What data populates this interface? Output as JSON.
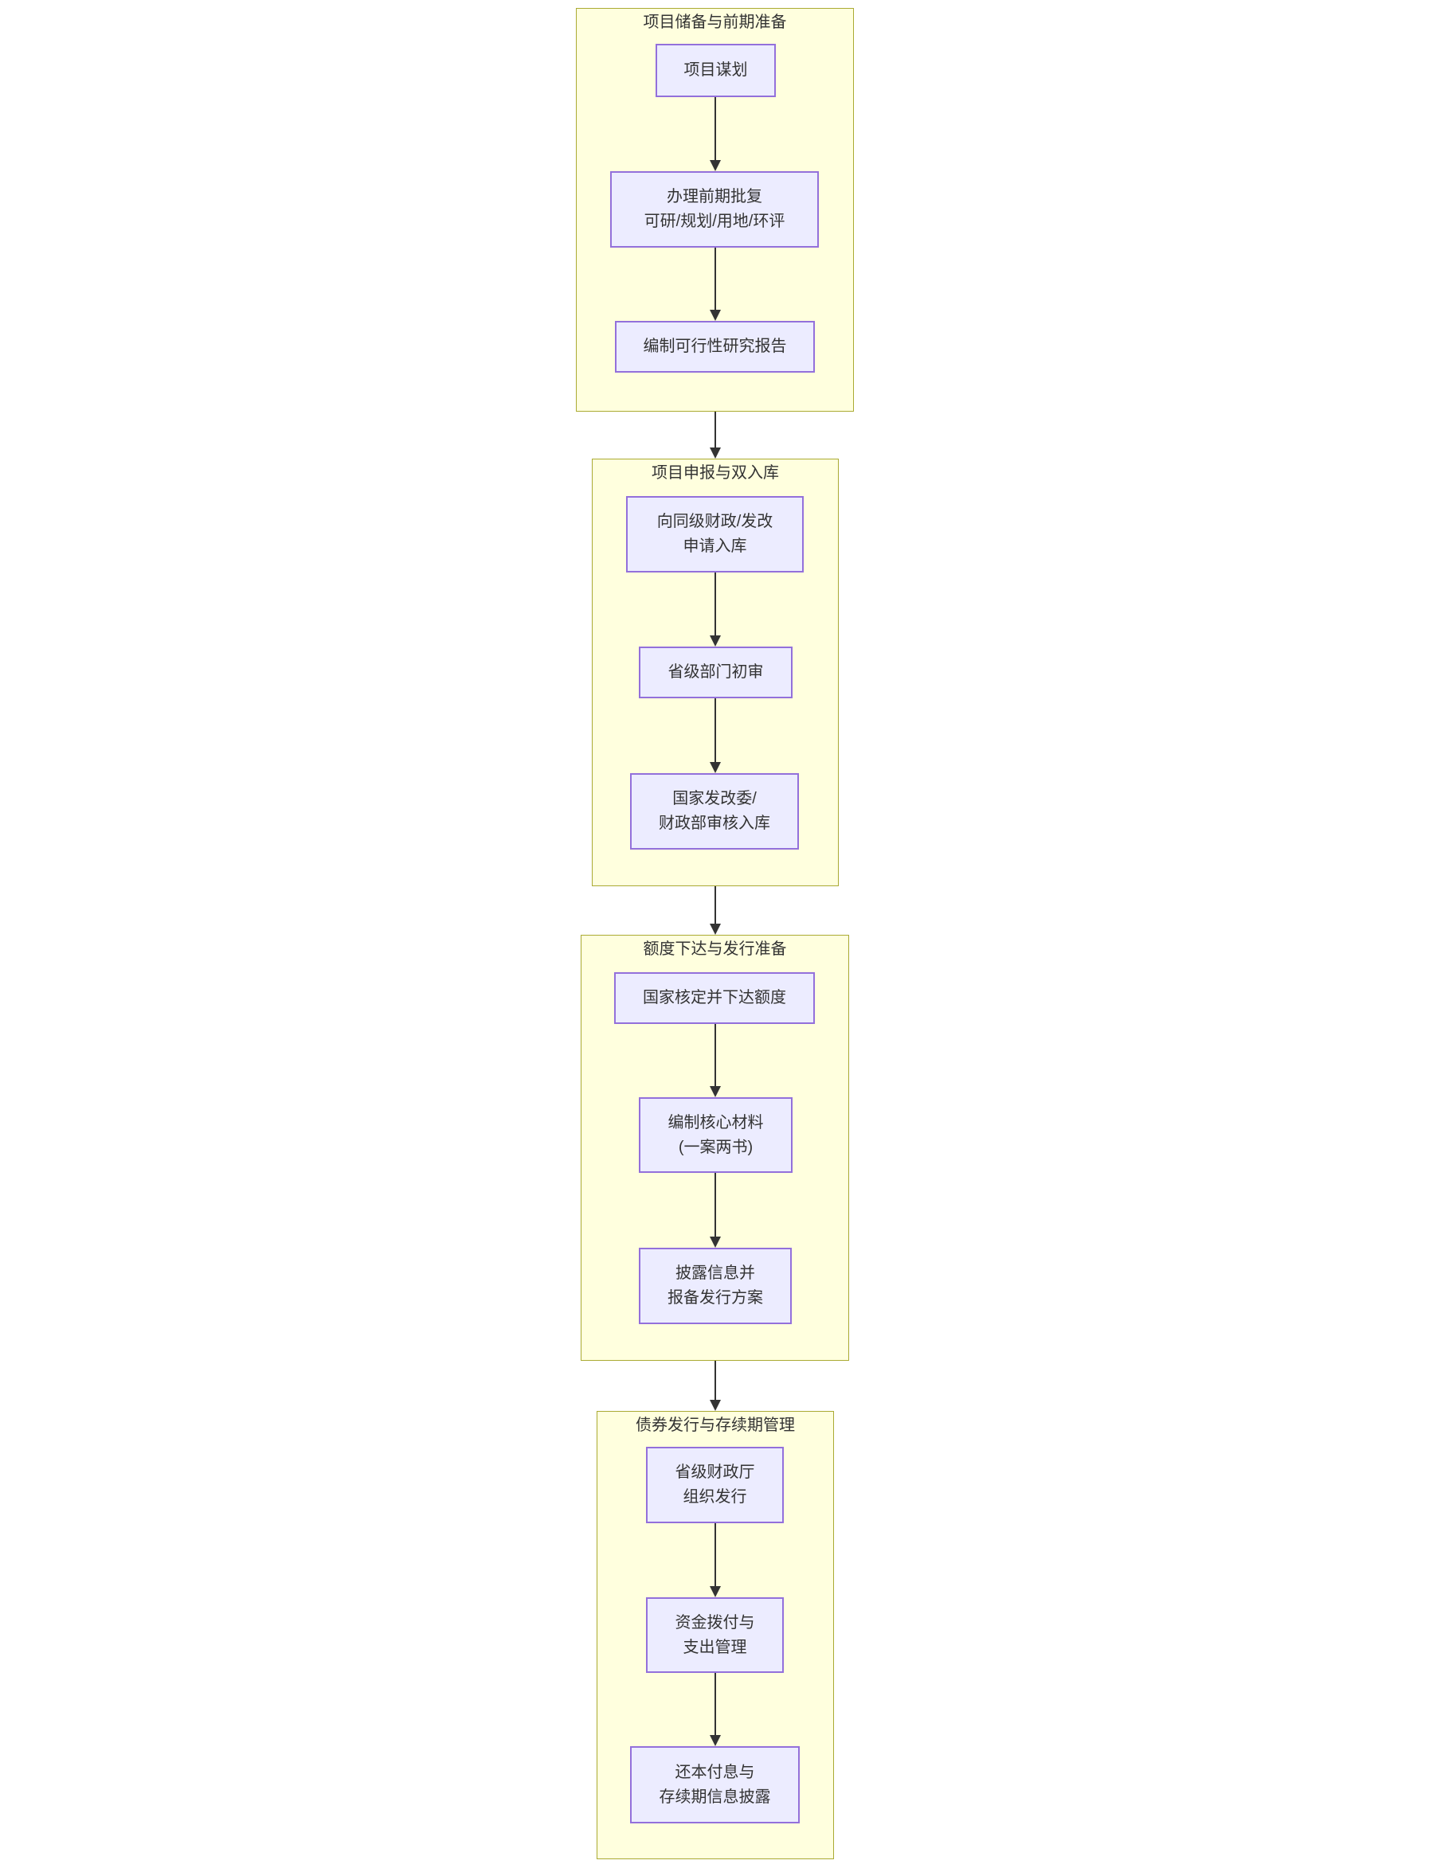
{
  "diagram": {
    "type": "flowchart",
    "direction": "top-to-bottom",
    "colors": {
      "group_fill": "#ffffde",
      "group_border": "#aaaa33",
      "node_fill": "#ececff",
      "node_border": "#9370db",
      "arrow": "#333333",
      "text": "#333333"
    },
    "groups": [
      {
        "title": "项目储备与前期准备",
        "nodes": [
          {
            "label": "项目谋划"
          },
          {
            "label": "办理前期批复\n可研/规划/用地/环评"
          },
          {
            "label": "编制可行性研究报告"
          }
        ]
      },
      {
        "title": "项目申报与双入库",
        "nodes": [
          {
            "label": "向同级财政/发改\n申请入库"
          },
          {
            "label": "省级部门初审"
          },
          {
            "label": "国家发改委/\n财政部审核入库"
          }
        ]
      },
      {
        "title": "额度下达与发行准备",
        "nodes": [
          {
            "label": "国家核定并下达额度"
          },
          {
            "label": "编制核心材料\n(一案两书)"
          },
          {
            "label": "披露信息并\n报备发行方案"
          }
        ]
      },
      {
        "title": "债券发行与存续期管理",
        "nodes": [
          {
            "label": "省级财政厅\n组织发行"
          },
          {
            "label": "资金拨付与\n支出管理"
          },
          {
            "label": "还本付息与\n存续期信息披露"
          }
        ]
      }
    ]
  }
}
